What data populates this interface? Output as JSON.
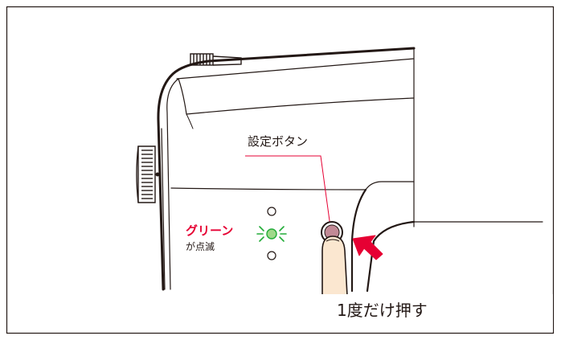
{
  "labels": {
    "setting_button": "設定ボタン",
    "led_color": "グリーン",
    "led_state": "が点滅",
    "instruction": "1度だけ押す"
  },
  "colors": {
    "outline": "#231815",
    "label_red": "#e60033",
    "leader_line": "#e60033",
    "led_green": "#22ac38",
    "led_glow": "#9fd98a",
    "finger_fill": "#fbe7d0",
    "button_fill": "#c28a96",
    "arrow_red": "#e60033"
  },
  "icons": {
    "led_indicator": "led-blinking-icon",
    "press_arrow": "red-arrow-icon",
    "finger": "finger-press-icon"
  }
}
